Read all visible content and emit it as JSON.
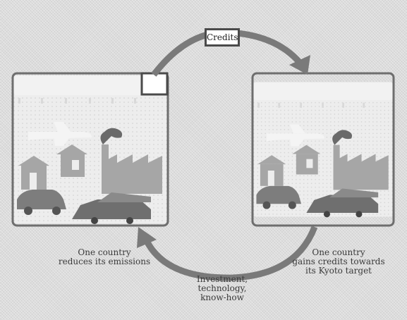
{
  "diagram": {
    "credits_label": "Credits",
    "left_caption": "One country\nreduces its emissions",
    "right_caption": "One country\ngains credits towards\nits Kyoto target",
    "bottom_caption": "Investment,\ntechnology,\nknow-how"
  },
  "colors": {
    "background": "#dcdcdc",
    "arrow": "#7a7a7a",
    "panel_border": "#6e6e6e",
    "panel_fill": "#ececec",
    "building": "#a6a6a6",
    "vehicle": "#7d7d7d"
  }
}
